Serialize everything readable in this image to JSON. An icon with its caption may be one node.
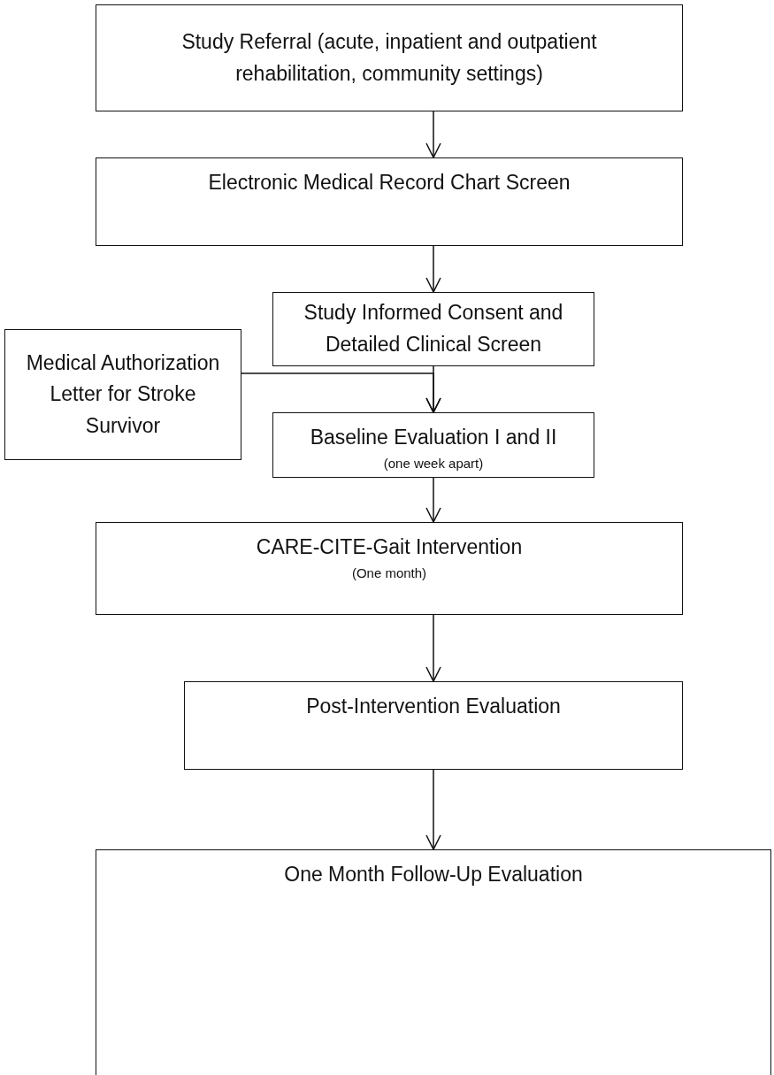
{
  "diagram": {
    "nodes": [
      {
        "text": [
          "Study Referral (acute, inpatient and outpatient rehabilitation, community settings)"
        ]
      },
      {
        "text": [
          "Electronic Medical Record Chart Screen"
        ]
      },
      {
        "text": [
          "Study Informed Consent and Detailed Clinical Screen"
        ]
      },
      {
        "text": [
          "Medical Authorization Letter for Stroke Survivor"
        ]
      },
      {
        "text": [
          "Baseline Evaluation I and II",
          "(one week apart)"
        ]
      },
      {
        "text": [
          "CARE-CITE-Gait Intervention",
          "(One month)"
        ]
      },
      {
        "text": [
          "Post-Intervention Evaluation"
        ]
      },
      {
        "text": [
          "One Month Follow-Up Evaluation"
        ]
      }
    ],
    "edges": [
      {
        "from": 0,
        "to": 1,
        "arrow": "to"
      },
      {
        "from": 1,
        "to": 2,
        "arrow": "to"
      },
      {
        "from": 2,
        "to": 4,
        "arrow": "to"
      },
      {
        "from": 3,
        "to": 4,
        "arrow": "to"
      },
      {
        "from": 4,
        "to": 5,
        "arrow": "to"
      },
      {
        "from": 5,
        "to": 6,
        "arrow": "to"
      },
      {
        "from": 6,
        "to": 7,
        "arrow": "to"
      }
    ]
  }
}
